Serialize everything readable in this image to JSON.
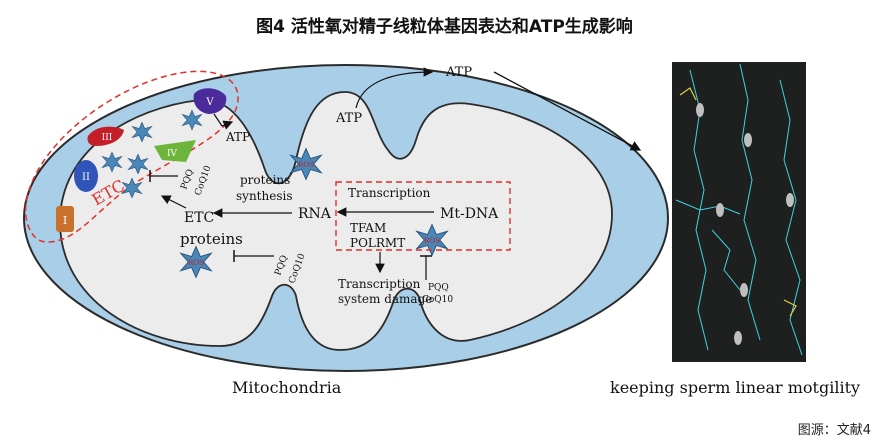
{
  "title": "图4 活性氧对精子线粒体基因表达和ATP生成影响",
  "source": "图源：文献4",
  "labels": {
    "atp_top": "ATP",
    "atp_left": "ATP",
    "atp_complex": "ATP",
    "complex_i": "I",
    "complex_ii": "II",
    "complex_iii": "III",
    "complex_iv": "IV",
    "complex_v": "V",
    "etc": "ETC",
    "ros": "ROS",
    "pqq": "PQQ",
    "coq10": "CoQ10",
    "proteins_synthesis_1": "proteins",
    "proteins_synthesis_2": "synthesis",
    "etc_label": "ETC",
    "proteins": "proteins",
    "rna": "RNA",
    "transcription": "Transcription",
    "mtdna": "Mt-DNA",
    "tfam": "TFAM",
    "polrmt": "POLRMT",
    "transcription_damage_1": "Transcription",
    "transcription_damage_2": "system damage"
  },
  "captions": {
    "left": "Mitochondria",
    "right": "keeping sperm linear motgility"
  },
  "colors": {
    "outer_membrane": "#a9cfe8",
    "matrix": "#ececec",
    "etc_dash": "#e0302a",
    "complex_i": "#c9702c",
    "complex_ii": "#2f55b8",
    "complex_iii": "#c41e28",
    "complex_iv": "#6db43a",
    "complex_v": "#4b2b9a",
    "ros": "#4a86b6"
  }
}
